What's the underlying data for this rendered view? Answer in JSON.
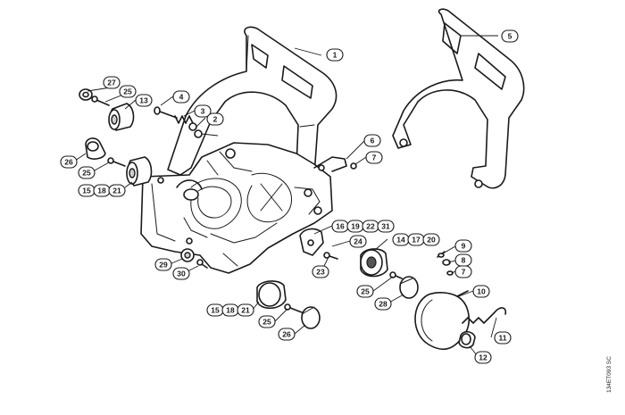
{
  "diagram": {
    "drawing_code": "134ET093 SC",
    "part_numbers": {
      "p1": "1",
      "p2": "2",
      "p3": "3",
      "p4": "4",
      "p5": "5",
      "p6": "6",
      "p7a": "7",
      "p7b": "7",
      "p8": "8",
      "p9": "9",
      "p10": "10",
      "p11": "11",
      "p12": "12",
      "p13": "13",
      "p14": "14",
      "p15a": "15",
      "p15b": "15",
      "p16": "16",
      "p17": "17",
      "p18a": "18",
      "p18b": "18",
      "p19": "19",
      "p20": "20",
      "p21a": "21",
      "p21b": "21",
      "p22": "22",
      "p23": "23",
      "p24": "24",
      "p25a": "25",
      "p25b": "25",
      "p25c": "25",
      "p25d": "25",
      "p26a": "26",
      "p26b": "26",
      "p27": "27",
      "p28": "28",
      "p29": "29",
      "p30": "30",
      "p31": "31"
    }
  }
}
